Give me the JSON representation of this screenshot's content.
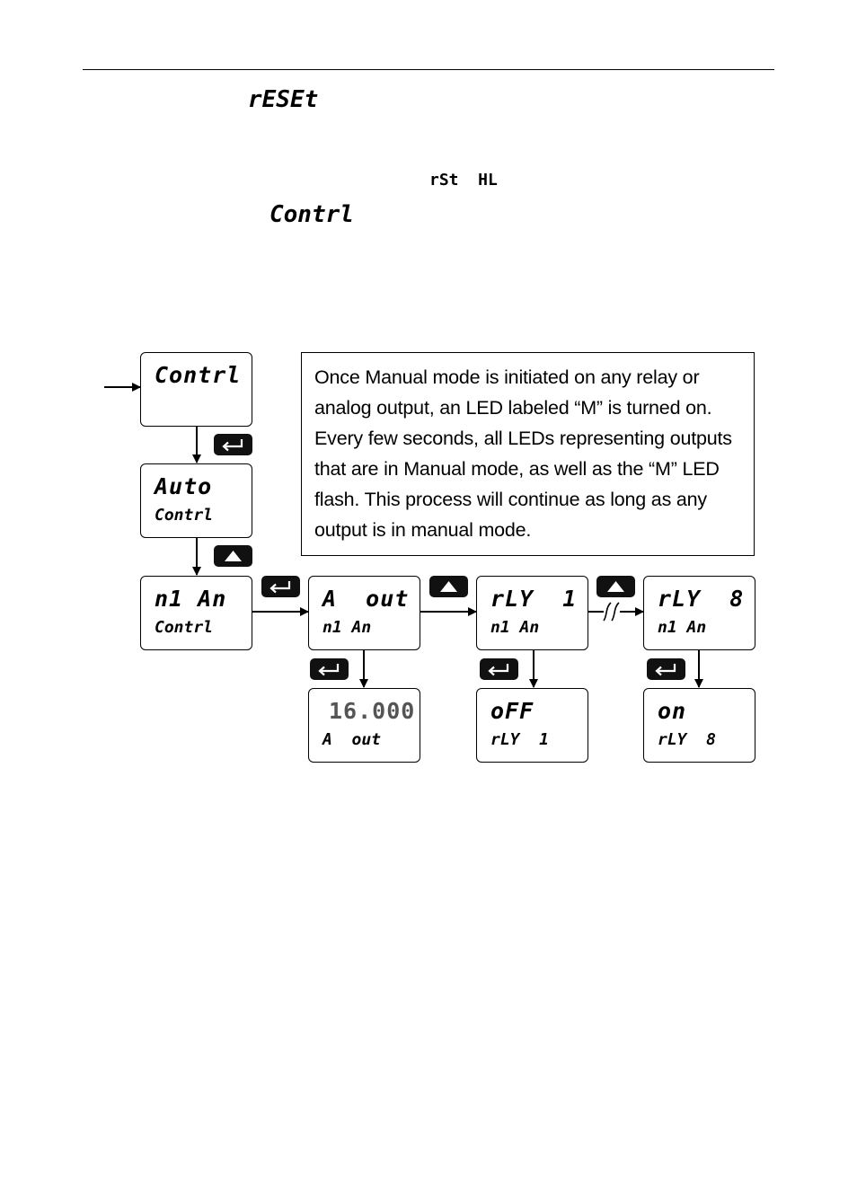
{
  "header_codes": {
    "reset": "rESEt",
    "rst_hl": "rSt  HL",
    "contrl": "Contrl"
  },
  "note": {
    "text": "Once Manual mode is initiated on any relay or analog output, an LED labeled “M” is turned on. Every few seconds, all LEDs representing outputs that are in Manual mode, as well as the “M” LED flash. This process will continue as long as any output is in manual mode."
  },
  "displays": {
    "contrl": {
      "top": "Contrl",
      "bottom": ""
    },
    "auto": {
      "top": "Auto",
      "bottom": "Contrl"
    },
    "man": {
      "top": "n1 An",
      "bottom": "Contrl"
    },
    "a_out": {
      "top": "A  out",
      "bottom": "n1 An"
    },
    "rly1": {
      "top": "rLY  1",
      "bottom": "n1 An"
    },
    "rly8": {
      "top": "rLY  8",
      "bottom": "n1 An"
    },
    "a_out_val": {
      "top": "16.000",
      "bottom": "A  out"
    },
    "rly1_val": {
      "top": "oFF",
      "bottom": "rLY  1"
    },
    "rly8_val": {
      "top": "on",
      "bottom": "rLY  8"
    }
  },
  "icons": {
    "enter": "enter-icon",
    "up": "up-arrow-icon",
    "break": "break-icon"
  }
}
